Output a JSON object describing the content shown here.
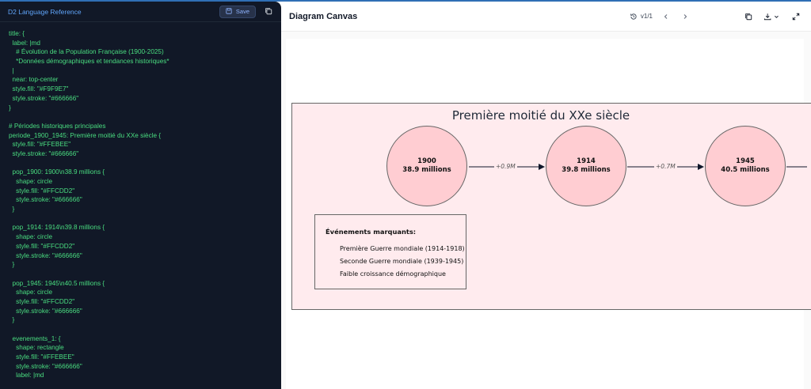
{
  "editor": {
    "title": "D2 Language Reference",
    "save_label": "Save",
    "code_lines": [
      "title: {",
      "  label: |md",
      "    # Évolution de la Population Française (1900-2025)",
      "    *Données démographiques et tendances historiques*",
      "  |",
      "  near: top-center",
      "  style.fill: \"#F9F9E7\"",
      "  style.stroke: \"#666666\"",
      "}",
      "",
      "# Périodes historiques principales",
      "periode_1900_1945: Première moitié du XXe siècle {",
      "  style.fill: \"#FFEBEE\"",
      "  style.stroke: \"#666666\"",
      "",
      "  pop_1900: 1900\\n38.9 millions {",
      "    shape: circle",
      "    style.fill: \"#FFCDD2\"",
      "    style.stroke: \"#666666\"",
      "  }",
      "",
      "  pop_1914: 1914\\n39.8 millions {",
      "    shape: circle",
      "    style.fill: \"#FFCDD2\"",
      "    style.stroke: \"#666666\"",
      "  }",
      "",
      "  pop_1945: 1945\\n40.5 millions {",
      "    shape: circle",
      "    style.fill: \"#FFCDD2\"",
      "    style.stroke: \"#666666\"",
      "  }",
      "",
      "  evenements_1: {",
      "    shape: rectangle",
      "    style.fill: \"#FFEBEE\"",
      "    style.stroke: \"#666666\"",
      "    label: |md"
    ]
  },
  "canvas": {
    "title": "Diagram Canvas",
    "version": "v1/1"
  },
  "diagram": {
    "period_title": "Première moitié du XXe siècle",
    "nodes": [
      {
        "year": "1900",
        "pop": "38.9 millions"
      },
      {
        "year": "1914",
        "pop": "39.8 millions"
      },
      {
        "year": "1945",
        "pop": "40.5 millions"
      }
    ],
    "edges": [
      "+0.9M",
      "+0.7M"
    ],
    "events_title": "Événements marquants:",
    "events": [
      "Première Guerre mondiale (1914-1918)",
      "Seconde Guerre mondiale (1939-1945)",
      "Faible croissance démographique"
    ]
  },
  "colors": {
    "editor_bg": "#111827",
    "code_text": "#4ade80",
    "editor_title": "#60a5fa",
    "period_fill": "#FFEBEE",
    "node_fill": "#FFCDD2",
    "stroke": "#666666"
  }
}
